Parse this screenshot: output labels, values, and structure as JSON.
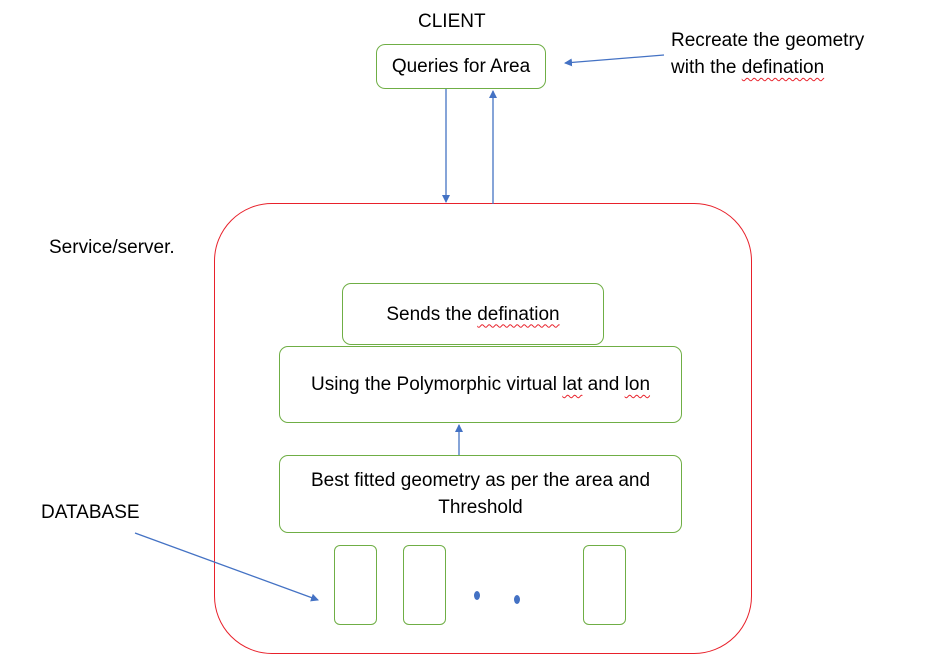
{
  "client_label": "CLIENT",
  "client_box": "Queries for Area",
  "note": {
    "line1": "Recreate the geometry",
    "line2_prefix": "with the ",
    "line2_word": "defination"
  },
  "service_label": "Service/server.",
  "sends_box": {
    "prefix": "Sends the ",
    "word": "defination"
  },
  "using_box": {
    "prefix": "Using the Polymorphic virtual ",
    "word1": "lat",
    "middle": " and ",
    "word2": "lon"
  },
  "best_box": {
    "line1": "Best fitted geometry as per the area and",
    "line2": "Threshold"
  },
  "database_label": "DATABASE",
  "colors": {
    "server_border": "#e8212b",
    "box_border": "#6fae45",
    "arrow": "#4472c4",
    "spellcheck": "#e8212b"
  }
}
